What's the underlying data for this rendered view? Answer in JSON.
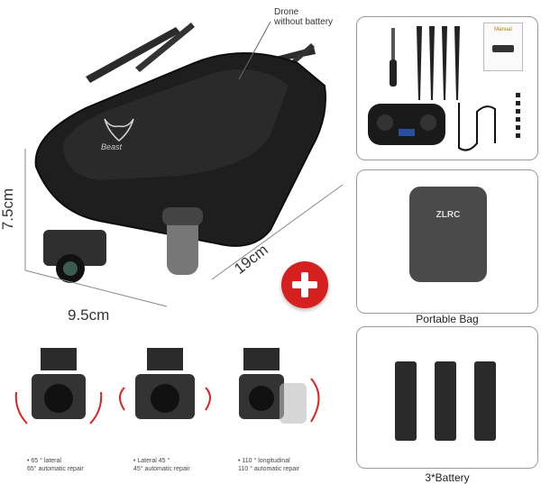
{
  "main": {
    "callout": [
      "Drone",
      "without battery"
    ],
    "dimensions": {
      "height": "7.5cm",
      "width": "9.5cm",
      "length": "19cm"
    },
    "brand_logo_text": "Beast"
  },
  "right_panels": {
    "accessories": {
      "manual_text": "Manual"
    },
    "bag": {
      "label": "Portable Bag",
      "bag_logo": "ZLRC"
    },
    "battery": {
      "label": "3*Battery"
    }
  },
  "gimbals": [
    {
      "line1": "• 65 ° lateral",
      "line2": "65° automatic repair"
    },
    {
      "line1": "• Lateral 45 °",
      "line2": "45° automatic repair"
    },
    {
      "line1": "• 110 ° longitudinal",
      "line2": "110 ° automatic repair"
    }
  ],
  "colors": {
    "plus_badge": "#d62020",
    "drone_body": "#1e1e1e",
    "panel_border": "#9a9a9a"
  }
}
